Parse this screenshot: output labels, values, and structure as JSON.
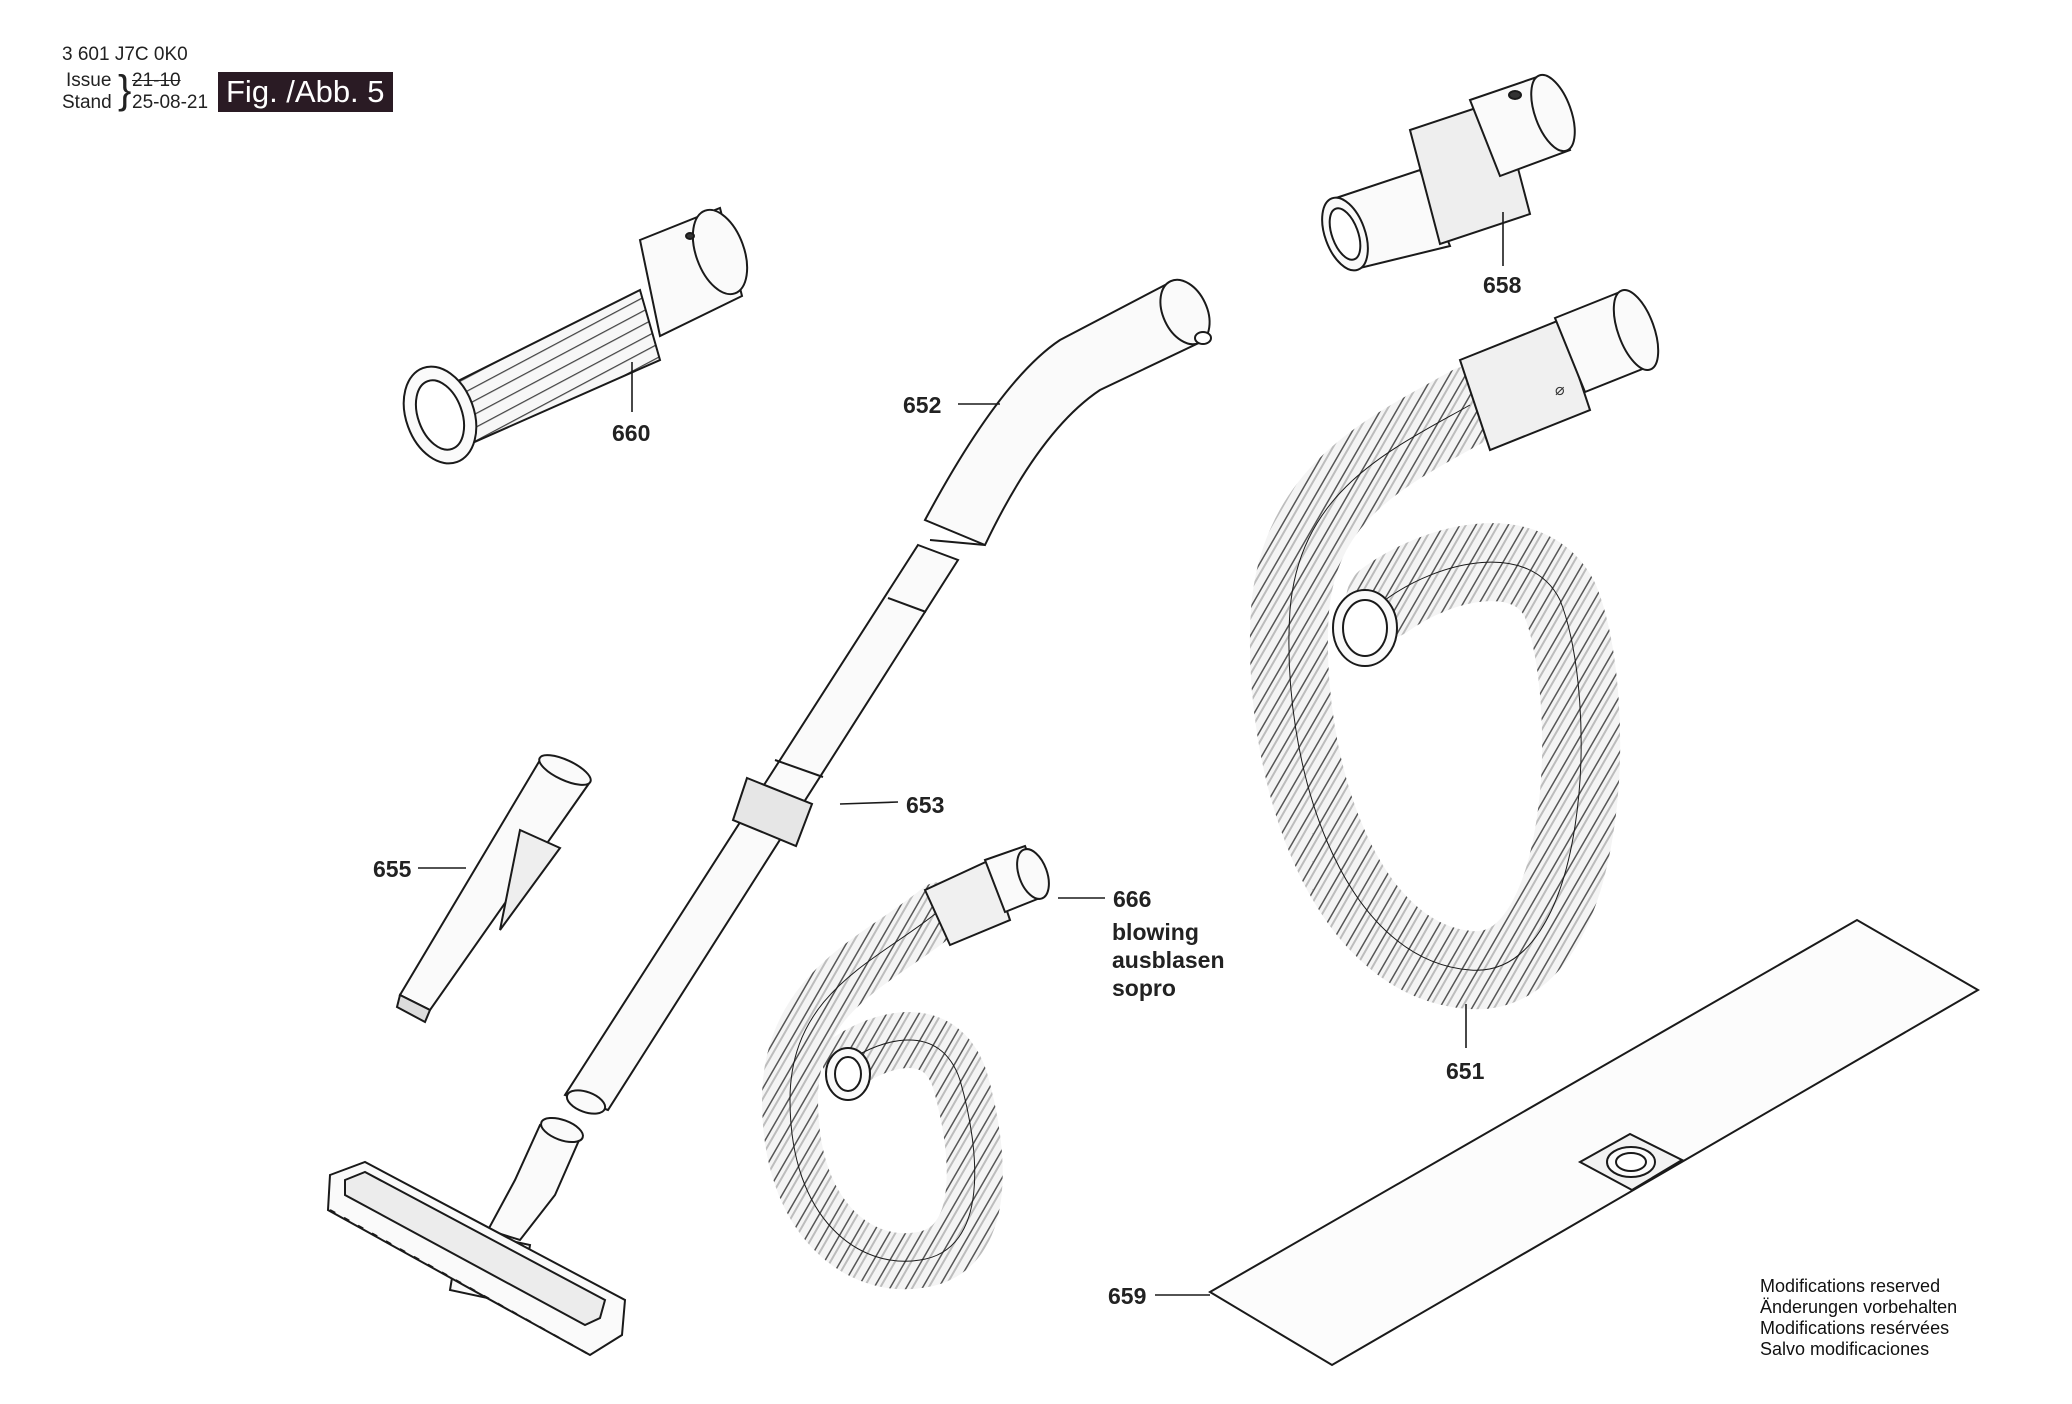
{
  "header": {
    "part_number": "3 601 J7C 0K0",
    "issue_label": "Issue",
    "stand_label": "Stand",
    "old_date": "21-10",
    "date": "25-08-21",
    "figure": "Fig. /Abb. 5"
  },
  "callouts": {
    "p660": "660",
    "p652": "652",
    "p658": "658",
    "p653": "653",
    "p655": "655",
    "p666": "666",
    "p651": "651",
    "p659": "659"
  },
  "blowing_note": [
    "blowing",
    "ausblasen",
    "sopro"
  ],
  "modifications": [
    "Modifications reserved",
    "Änderungen vorbehalten",
    "Modifications resérvées",
    "Salvo modificaciones"
  ]
}
